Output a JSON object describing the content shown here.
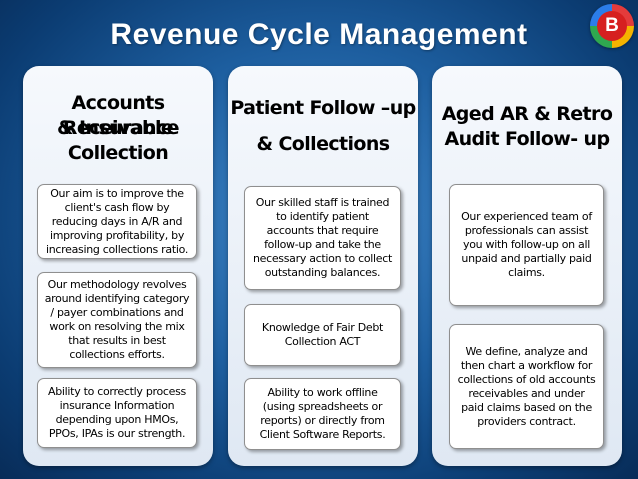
{
  "title": "Revenue Cycle Management",
  "logo_letter": "B",
  "columns": [
    {
      "heading_lines": [
        "Accounts Receivable",
        "& Insurance",
        "Collection"
      ],
      "boxes": [
        "Our aim is to improve the client's cash flow by reducing days in A/R and improving profitability, by increasing collections ratio.",
        "Our methodology revolves around identifying category / payer combinations and work on resolving the mix that results in best collections efforts.",
        "Ability to correctly process insurance Information depending upon HMOs, PPOs, IPAs is our strength."
      ]
    },
    {
      "heading_lines": [
        "Patient Follow –up",
        "& Collections"
      ],
      "boxes": [
        "Our skilled staff is trained to identify patient accounts that require  follow-up and take the necessary action to collect outstanding balances.",
        "Knowledge of Fair Debt Collection ACT",
        "Ability to work offline (using spreadsheets or reports) or directly from Client Software Reports."
      ]
    },
    {
      "heading_lines": [
        "Aged AR & Retro",
        "Audit Follow- up"
      ],
      "boxes": [
        "Our experienced team of professionals can assist you with follow-up on all unpaid  and partially paid claims.",
        "We define, analyze and then chart a workflow for collections of old accounts receivables and under paid claims based on the providers contract."
      ]
    }
  ]
}
